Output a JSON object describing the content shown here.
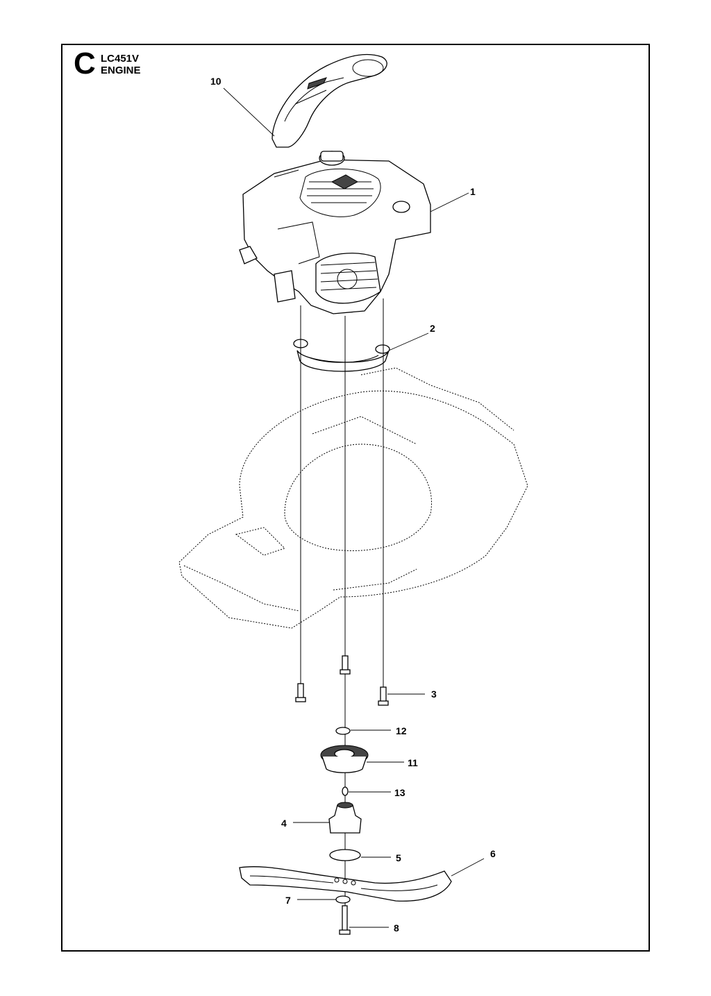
{
  "header": {
    "section_letter": "C",
    "model": "LC451V",
    "section_name": "ENGINE"
  },
  "callouts": [
    {
      "id": "engine-cover",
      "label": "10"
    },
    {
      "id": "engine",
      "label": "1"
    },
    {
      "id": "spacer-ring",
      "label": "2"
    },
    {
      "id": "bolt",
      "label": "3"
    },
    {
      "id": "washer-small",
      "label": "12"
    },
    {
      "id": "fan-pulley",
      "label": "11"
    },
    {
      "id": "key",
      "label": "13"
    },
    {
      "id": "blade-adapter",
      "label": "4"
    },
    {
      "id": "washer-plate",
      "label": "5"
    },
    {
      "id": "blade",
      "label": "6"
    },
    {
      "id": "blade-washer",
      "label": "7"
    },
    {
      "id": "blade-bolt",
      "label": "8"
    }
  ]
}
